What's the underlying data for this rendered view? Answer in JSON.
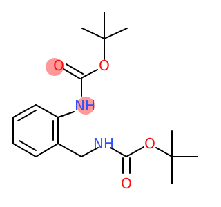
{
  "structure": {
    "atoms": {
      "upper_carbonyl_oxygen": "O",
      "upper_ester_oxygen": "O",
      "aryl_nh": "NH",
      "benzyl_nh": "NH",
      "lower_ester_oxygen": "O",
      "lower_carbonyl_oxygen": "O"
    }
  },
  "colors": {
    "oxygen": "#ff0d0d",
    "nitrogen": "#3050f8",
    "bond": "#000000",
    "highlight": "#ff9999"
  }
}
